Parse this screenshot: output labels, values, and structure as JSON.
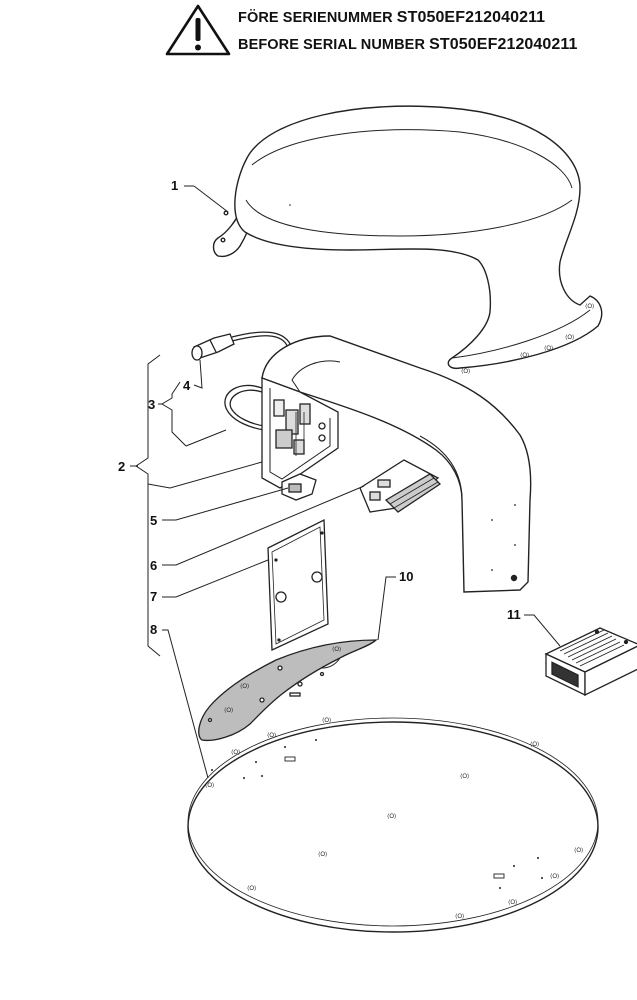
{
  "header": {
    "line1_prefix": "FÖRE SERIENUMMER ",
    "line1_serial": "ST050EF212040211",
    "line2_prefix": "BEFORE SERIAL NUMBER ",
    "line2_serial": "ST050EF212040211"
  },
  "warning_icon": "warning-triangle-exclamation",
  "callouts": {
    "c1": "1",
    "c2": "2",
    "c3": "3",
    "c4": "4",
    "c5": "5",
    "c6": "6",
    "c7": "7",
    "c8": "8",
    "c10": "10",
    "c11": "11"
  }
}
